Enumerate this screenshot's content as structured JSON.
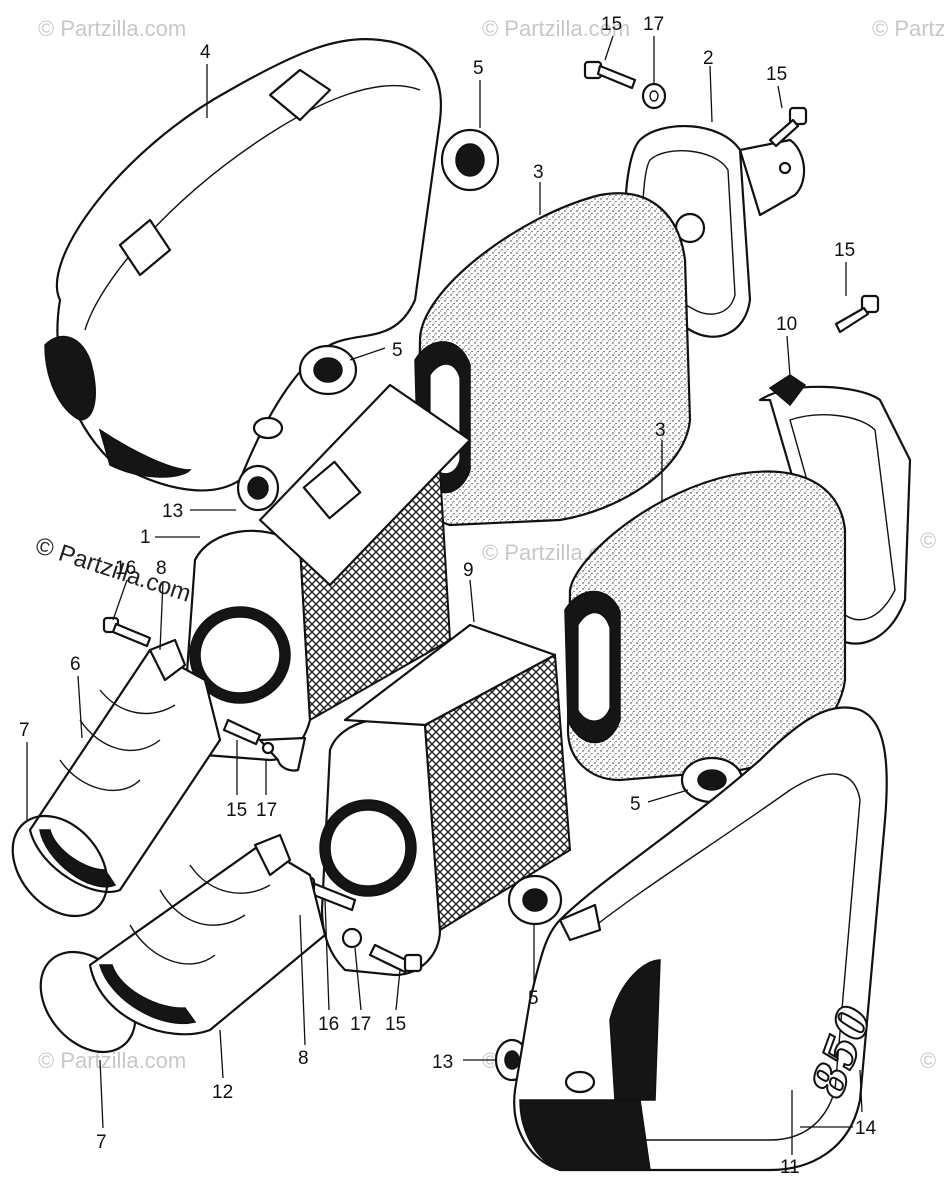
{
  "watermarks": {
    "main": "© Partzilla.com",
    "repeat": "© Partzilla.com"
  },
  "callouts": {
    "c4": "4",
    "c5a": "5",
    "c15a": "15",
    "c17a": "17",
    "c2": "2",
    "c15b": "15",
    "c3a": "3",
    "c15c": "15",
    "c5b": "5",
    "c10": "10",
    "c3b": "3",
    "c13a": "13",
    "c1": "1",
    "c16a": "16",
    "c8a": "8",
    "c9": "9",
    "c6": "6",
    "c7a": "7",
    "c15d": "15",
    "c17b": "17",
    "c5c": "5",
    "c16b": "16",
    "c17c": "17",
    "c15e": "15",
    "c8b": "8",
    "c5d": "5",
    "c12": "12",
    "c13b": "13",
    "c7b": "7",
    "c14": "14",
    "c11": "11"
  },
  "cover_badge": "850",
  "icons": {
    "right_cover": "side-cover-icon",
    "left_cover": "side-cover-icon",
    "element": "air-filter-element-icon",
    "case": "air-cleaner-case-icon",
    "tube": "connecting-tube-icon",
    "bolt": "bolt-icon",
    "washer": "washer-icon",
    "grommet": "grommet-icon",
    "band": "tube-band-icon"
  },
  "colors": {
    "ink": "#111111",
    "paper": "#ffffff",
    "watermark": "#c8c8c8"
  }
}
